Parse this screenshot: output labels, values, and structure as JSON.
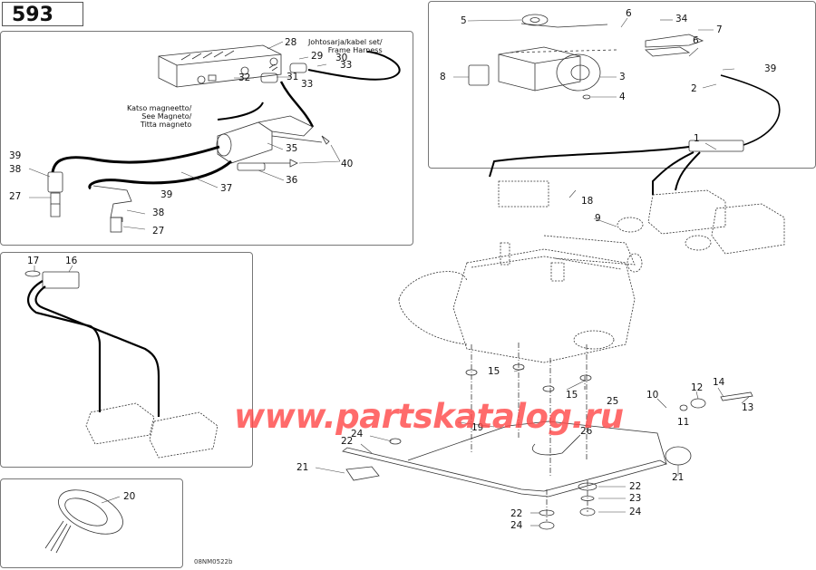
{
  "page": {
    "number": "593",
    "figure_code": "08NM0522b"
  },
  "watermark": "www.partskatalog.ru",
  "colors": {
    "watermark": "#ff4b4b",
    "border": "#777777",
    "ink": "#111111"
  },
  "panels": {
    "harness": {
      "notes": {
        "frame_harness": [
          "Johtosarja/kabel set/",
          "Frame Harness"
        ],
        "see_magneto": [
          "Katso magneetto/",
          "See Magneto/",
          "Titta magneto"
        ]
      },
      "callouts": [
        "28",
        "29",
        "30",
        "33",
        "32",
        "31",
        "33",
        "35",
        "40",
        "36",
        "37",
        "39",
        "38",
        "27",
        "39",
        "38",
        "27"
      ]
    },
    "switch": {
      "callouts": [
        "5",
        "6",
        "34",
        "7",
        "6",
        "8",
        "3",
        "4",
        "39",
        "2",
        "1"
      ]
    },
    "sensor": {
      "callouts": [
        "17",
        "16"
      ]
    },
    "cap": {
      "callouts": [
        "20"
      ]
    },
    "engine": {
      "callouts": [
        "18",
        "9",
        "15",
        "15",
        "10",
        "12",
        "14",
        "13",
        "25",
        "11",
        "26",
        "19",
        "24",
        "22",
        "21",
        "21",
        "22",
        "23",
        "24",
        "22",
        "24"
      ]
    }
  }
}
